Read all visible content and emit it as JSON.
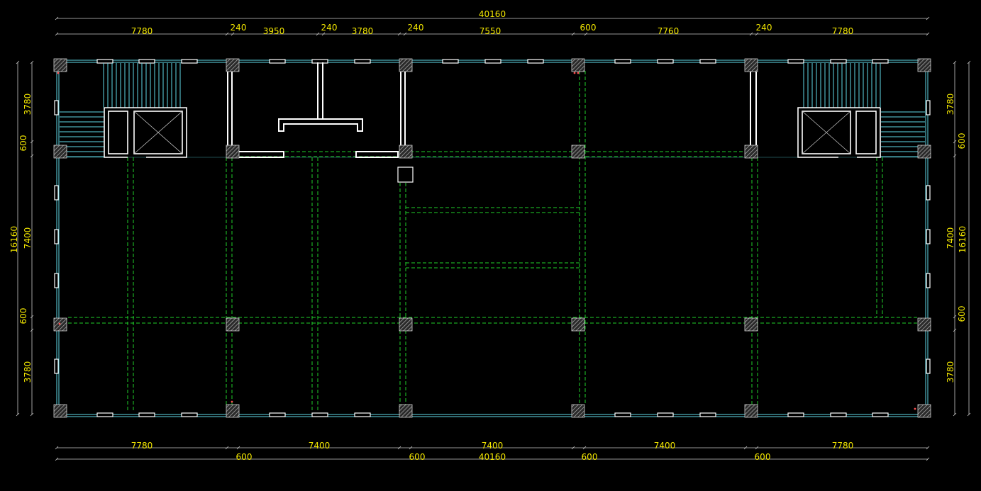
{
  "dimensions": {
    "top_total": "40160",
    "top_segments": [
      "7780",
      "240",
      "3950",
      "240",
      "3780",
      "240",
      "7550",
      "600",
      "7760",
      "240",
      "7780"
    ],
    "bottom_segments": [
      "7780",
      "7400",
      "7400",
      "7400",
      "7780"
    ],
    "bottom_column_widths": [
      "600",
      "600",
      "600",
      "600"
    ],
    "bottom_total": "40160",
    "left_total": "16160",
    "left_segments": [
      "3780",
      "600",
      "7400",
      "600",
      "3780"
    ],
    "right_total": "16160",
    "right_segments": [
      "3780",
      "600",
      "7400",
      "600",
      "3780"
    ]
  },
  "colors": {
    "background": "#000000",
    "dimension_text": "#f2e600",
    "beam_lines": "#1fd02a",
    "wall_lines": "#5fd7e6",
    "outline": "#ffffff"
  }
}
